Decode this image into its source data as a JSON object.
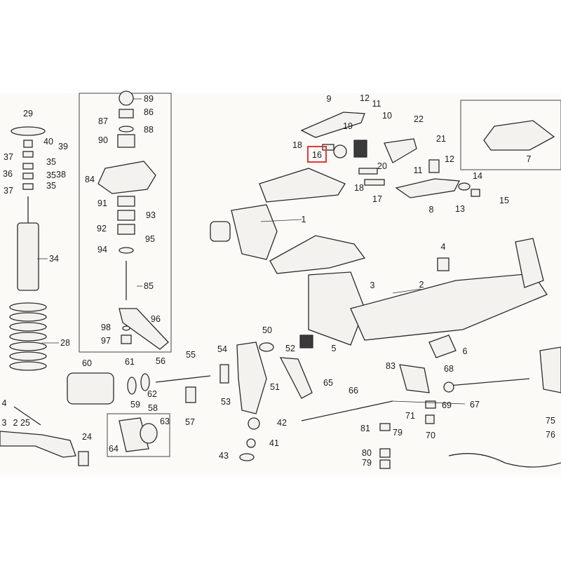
{
  "callouts": [
    "1",
    "2",
    "3",
    "4",
    "5",
    "6",
    "7",
    "8",
    "9",
    "10",
    "11",
    "11",
    "12",
    "12",
    "13",
    "14",
    "15",
    "16",
    "17",
    "18",
    "18",
    "19",
    "20",
    "21",
    "22",
    "24",
    "25",
    "28",
    "29",
    "34",
    "35",
    "35",
    "35",
    "36",
    "37",
    "37",
    "38",
    "39",
    "40",
    "41",
    "42",
    "43",
    "50",
    "51",
    "52",
    "53",
    "54",
    "55",
    "56",
    "57",
    "58",
    "59",
    "60",
    "61",
    "62",
    "63",
    "64",
    "65",
    "66",
    "67",
    "68",
    "69",
    "70",
    "71",
    "75",
    "76",
    "79",
    "79",
    "80",
    "81",
    "83",
    "84",
    "85",
    "86",
    "87",
    "88",
    "89",
    "90",
    "91",
    "92",
    "93",
    "94",
    "95",
    "96",
    "97",
    "98",
    "4",
    "3",
    "2"
  ],
  "highlight": {
    "label": "16",
    "color": "#e03a3a"
  }
}
